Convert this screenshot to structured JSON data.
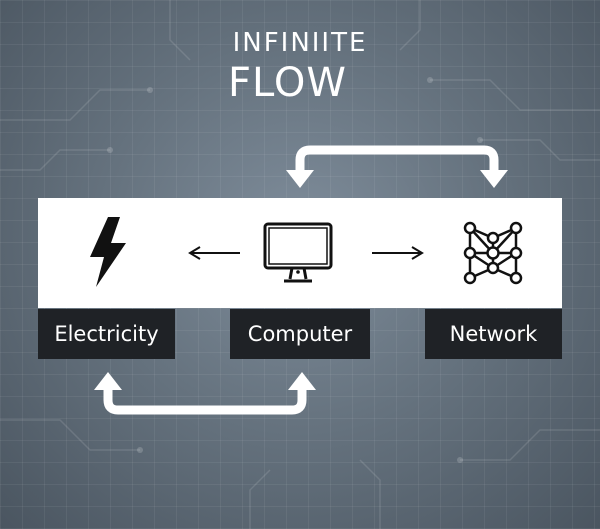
{
  "title": {
    "line1": "INFINIITE",
    "line2": "FLOW"
  },
  "nodes": [
    {
      "label": "Electricity",
      "icon": "lightning-bolt-icon"
    },
    {
      "label": "Computer",
      "icon": "monitor-icon"
    },
    {
      "label": "Network",
      "icon": "network-nodes-icon"
    }
  ],
  "colors": {
    "background": "#66737f",
    "band": "#ffffff",
    "label_bg": "#1f2226",
    "text": "#ffffff",
    "arrow": "#ffffff",
    "icon": "#111111"
  }
}
